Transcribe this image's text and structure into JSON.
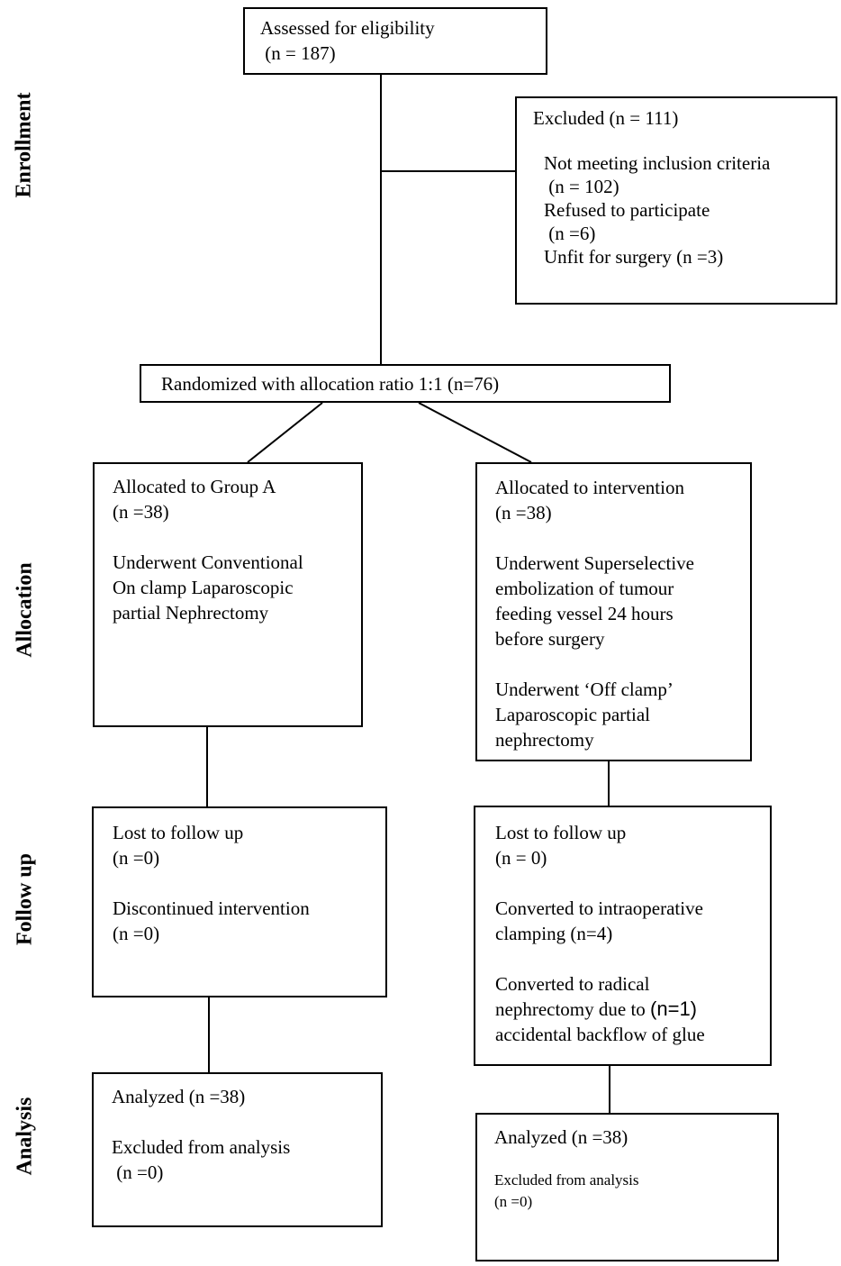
{
  "stages": {
    "enrollment": "Enrollment",
    "allocation": "Allocation",
    "followup": "Follow up",
    "analysis": "Analysis"
  },
  "boxes": {
    "assessed": {
      "lines": [
        "Assessed for eligibility",
        " (n = 187)"
      ]
    },
    "excluded": {
      "title": "Excluded (n = 111)",
      "items": [
        "Not meeting inclusion criteria",
        " (n = 102)",
        "Refused to participate",
        " (n =6)",
        "Unfit for surgery (n =3)"
      ]
    },
    "randomized": {
      "text": "Randomized with allocation ratio 1:1 (n=76)"
    },
    "allocated_group_a": {
      "lines": [
        "Allocated to Group A",
        "(n =38)",
        "",
        "Underwent Conventional",
        "On clamp Laparoscopic",
        "partial Nephrectomy"
      ]
    },
    "allocated_intervention": {
      "lines": [
        "Allocated to intervention",
        "(n =38)",
        "",
        "Underwent Superselective",
        "embolization of tumour",
        "feeding vessel 24 hours",
        "before surgery",
        "",
        "Underwent ‘Off clamp’",
        "Laparoscopic partial",
        "nephrectomy"
      ]
    },
    "followup_group_a": {
      "lines": [
        "Lost to follow up",
        "(n =0)",
        "",
        "Discontinued intervention",
        "(n =0)"
      ]
    },
    "followup_intervention": {
      "lines_top": [
        "Lost to follow up",
        "(n = 0)",
        "",
        "Converted to intraoperative",
        "clamping (n=4)",
        "",
        "Converted to radical"
      ],
      "mixed_serif": "nephrectomy due to ",
      "mixed_sans": "(n=1)",
      "lines_bottom": [
        "accidental backflow of glue"
      ]
    },
    "analysis_group_a": {
      "lines": [
        "Analyzed (n =38)",
        "",
        "Excluded from analysis",
        " (n =0)"
      ]
    },
    "analysis_intervention": {
      "title": "Analyzed (n =38)",
      "sub_lines": [
        "Excluded from analysis",
        "(n =0)"
      ]
    }
  }
}
